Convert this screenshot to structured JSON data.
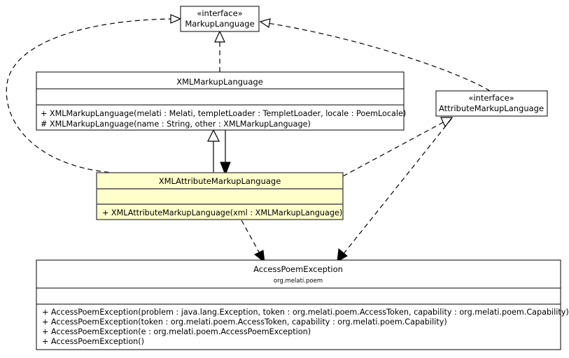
{
  "diagram": {
    "title": "XMLAttributeMarkupLanguage class diagram",
    "colors": {
      "background": "#ffffff",
      "box_fill": "#ffffff",
      "highlight_fill": "#ffffcc",
      "border": "#000000",
      "highlight_border": "#4d4d4d",
      "text": "#000000"
    }
  },
  "classes": {
    "markup_language": {
      "stereotype": "«interface»",
      "name": "MarkupLanguage"
    },
    "xml_markup_language": {
      "name": "XMLMarkupLanguage",
      "attributes": [],
      "operations": [
        "+ XMLMarkupLanguage(melati : Melati, templetLoader : TempletLoader, locale : PoemLocale)",
        "# XMLMarkupLanguage(name : String, other : XMLMarkupLanguage)"
      ]
    },
    "attribute_markup_language": {
      "stereotype": "«interface»",
      "name": "AttributeMarkupLanguage"
    },
    "xml_attribute_markup_language": {
      "name": "XMLAttributeMarkupLanguage",
      "attributes": [],
      "operations": [
        "+ XMLAttributeMarkupLanguage(xml : XMLMarkupLanguage)"
      ]
    },
    "access_poem_exception": {
      "name": "AccessPoemException",
      "package": "org.melati.poem",
      "attributes": [],
      "operations": [
        "+ AccessPoemException(problem : java.lang.Exception, token : org.melati.poem.AccessToken, capability : org.melati.poem.Capability)",
        "+ AccessPoemException(token : org.melati.poem.AccessToken, capability : org.melati.poem.Capability)",
        "+ AccessPoemException(e : org.melati.poem.AccessPoemException)",
        "+ AccessPoemException()"
      ]
    }
  },
  "relationships": [
    {
      "id": "xmlattr-realizes-markuplanguage",
      "type": "realization",
      "from": "XMLAttributeMarkupLanguage",
      "to": "MarkupLanguage"
    },
    {
      "id": "attrmarkup-realizes-markuplanguage",
      "type": "realization",
      "from": "AttributeMarkupLanguage",
      "to": "MarkupLanguage"
    },
    {
      "id": "xmlmarkup-realizes-markuplanguage",
      "type": "realization",
      "from": "XMLMarkupLanguage",
      "to": "MarkupLanguage"
    },
    {
      "id": "xmlattr-extends-xmlmarkup",
      "type": "generalization",
      "from": "XMLAttributeMarkupLanguage",
      "to": "XMLMarkupLanguage"
    },
    {
      "id": "xmlmarkup-assoc-xmlattr",
      "type": "association",
      "from": "XMLMarkupLanguage",
      "to": "XMLAttributeMarkupLanguage"
    },
    {
      "id": "xmlattr-realizes-attrmarkup",
      "type": "realization",
      "from": "XMLAttributeMarkupLanguage",
      "to": "AttributeMarkupLanguage"
    },
    {
      "id": "xmlattr-depends-accesspoemexception",
      "type": "dependency",
      "from": "XMLAttributeMarkupLanguage",
      "to": "AccessPoemException"
    },
    {
      "id": "attrmarkup-depends-accesspoemexception",
      "type": "dependency",
      "from": "AttributeMarkupLanguage",
      "to": "AccessPoemException"
    }
  ]
}
